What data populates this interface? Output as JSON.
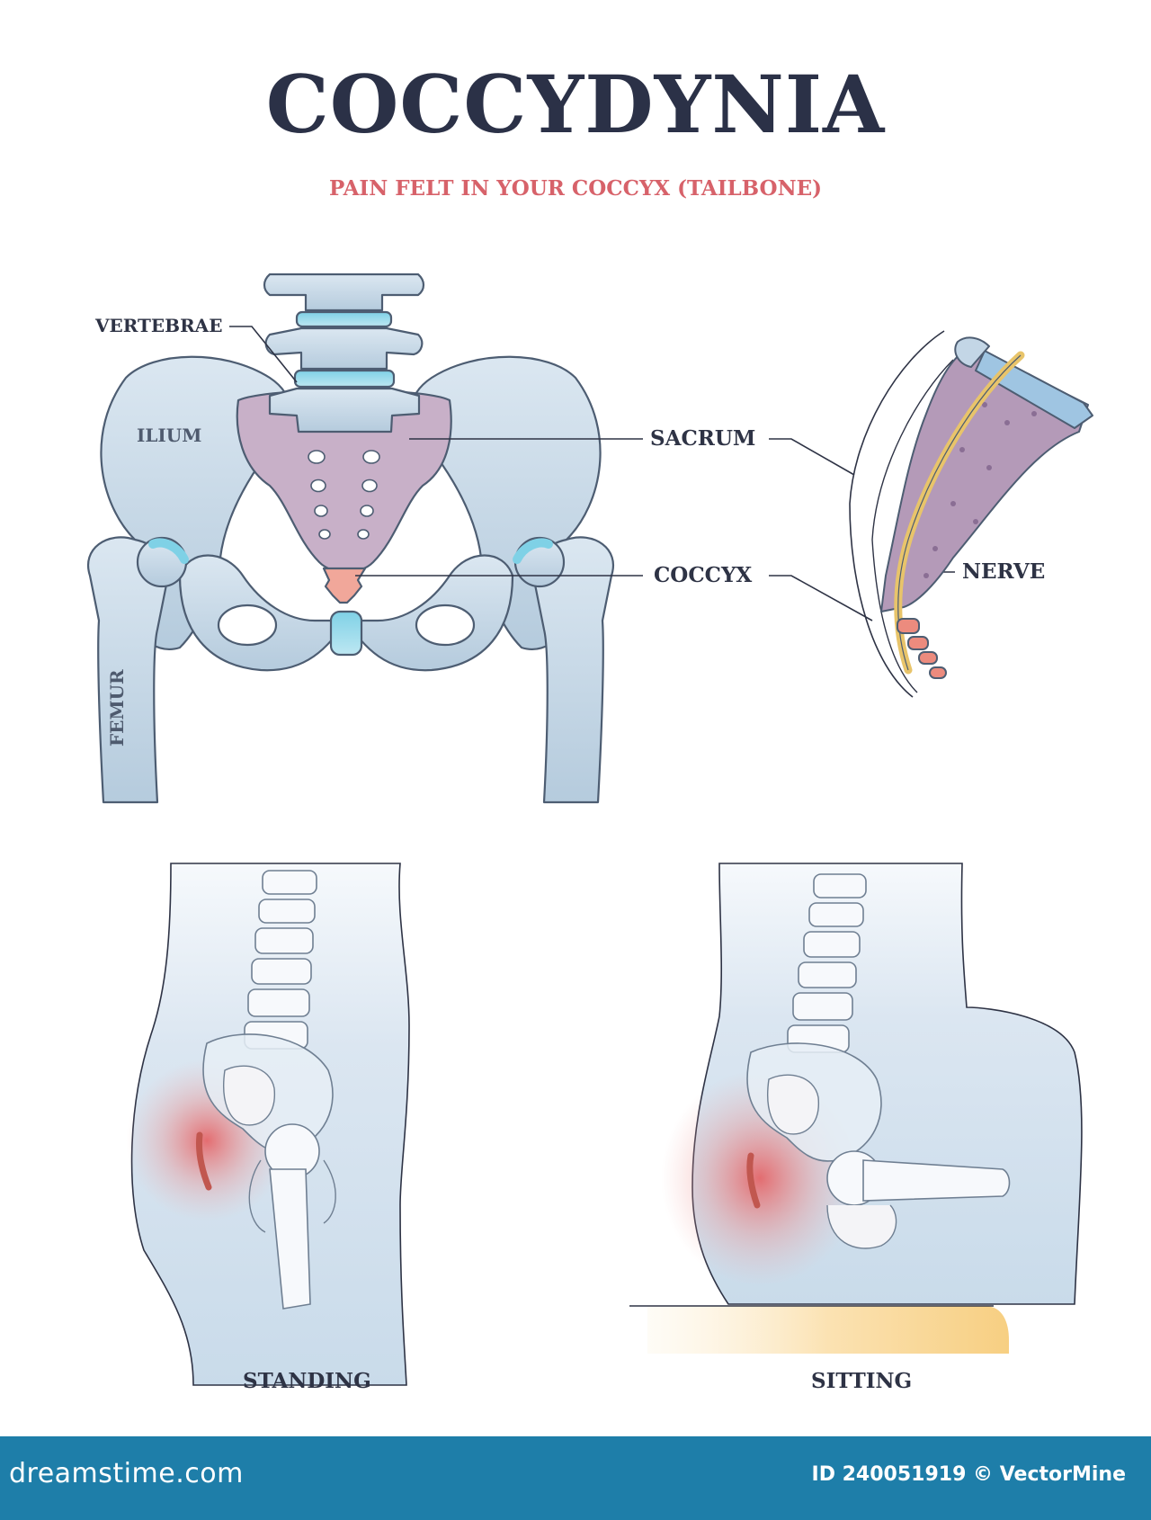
{
  "title": "COCCYDYNIA",
  "subtitle": "PAIN FELT IN YOUR COCCYX (TAILBONE)",
  "labels": {
    "vertebrae": "VERTEBRAE",
    "ilium": "ILIUM",
    "sacrum": "SACRUM",
    "coccyx": "COCCYX",
    "nerve": "NERVE",
    "femur": "FEMUR"
  },
  "panels": {
    "standing": "STANDING",
    "sitting": "SITTING"
  },
  "footer": {
    "site": "dreamstime.com",
    "image_id": "ID 240051919 © VectorMine"
  },
  "colors": {
    "title": "#2b3147",
    "subtitle": "#d7626a",
    "bone": "#c3d6e6",
    "sacrum": "#c8b0c8",
    "coccyx": "#f1a79a",
    "pain": "#e6585a",
    "footer": "#1e7ea9"
  }
}
